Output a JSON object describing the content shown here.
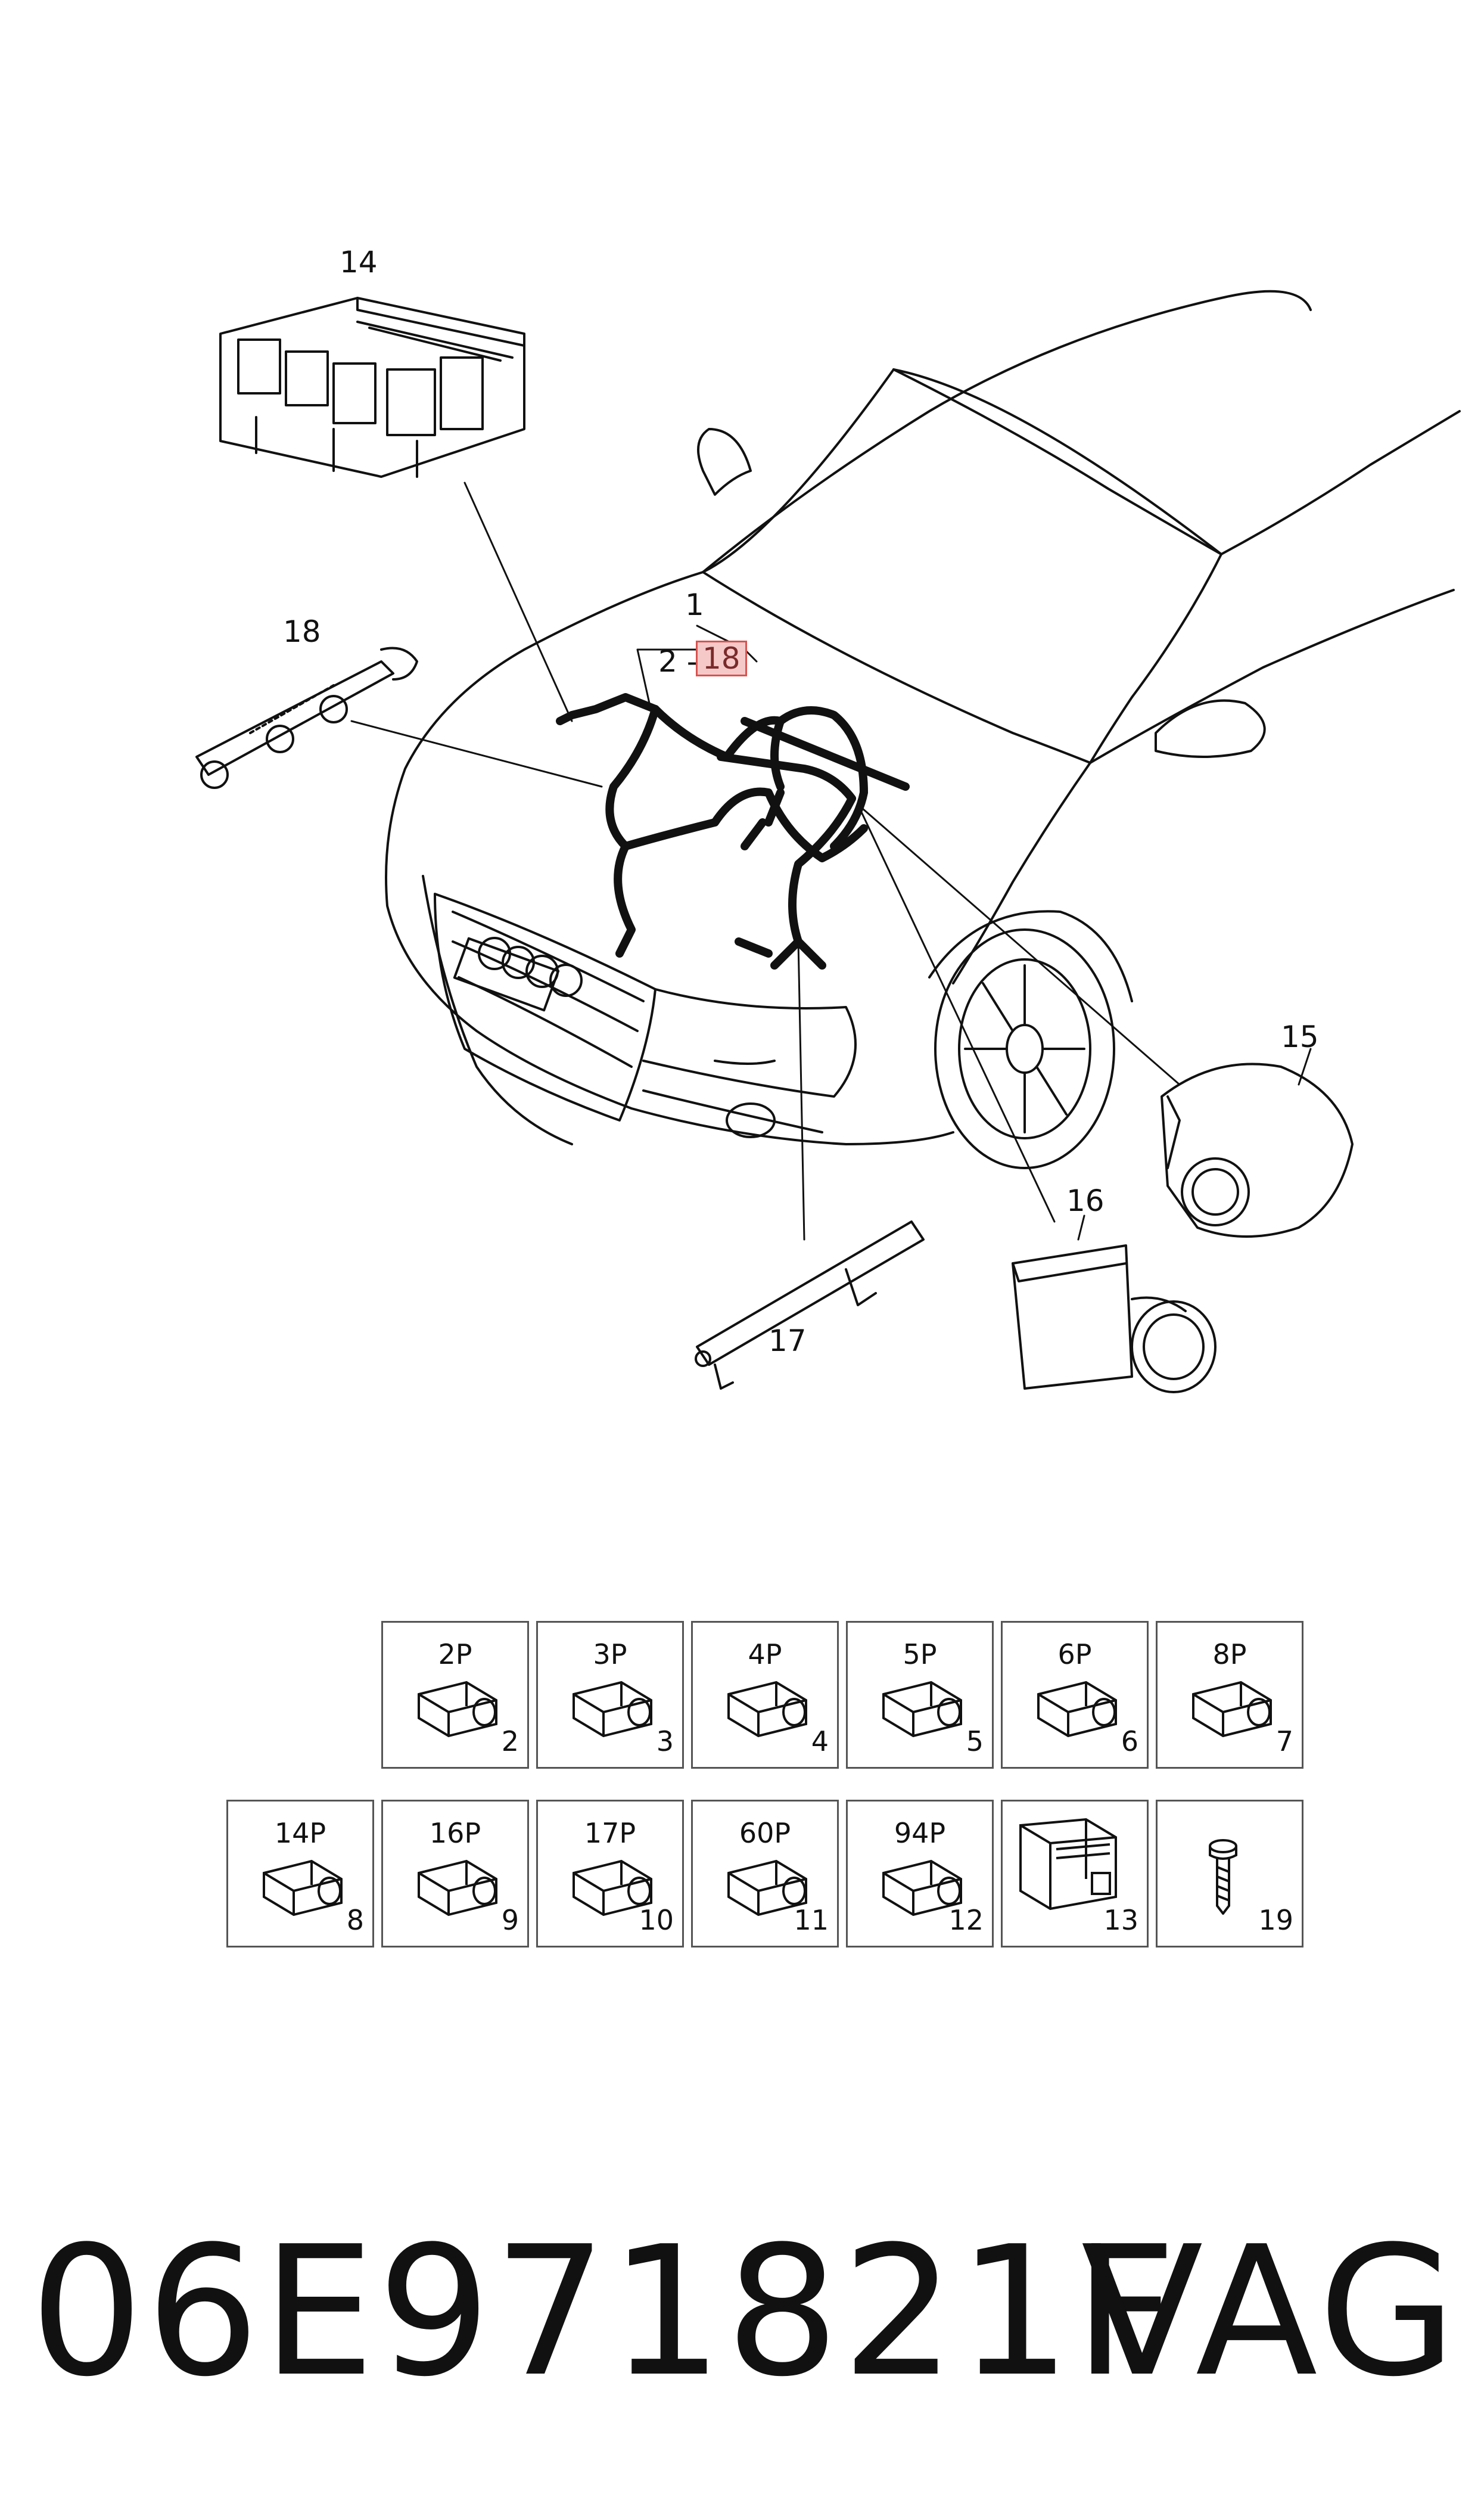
{
  "callouts": {
    "c14": "14",
    "c18a": "18",
    "c1": "1",
    "c2": "2 -",
    "c18b": "18",
    "c15": "15",
    "c16": "16",
    "c17": "17"
  },
  "connectors": [
    {
      "pins": "2P",
      "ref": "2"
    },
    {
      "pins": "3P",
      "ref": "3"
    },
    {
      "pins": "4P",
      "ref": "4"
    },
    {
      "pins": "5P",
      "ref": "5"
    },
    {
      "pins": "6P",
      "ref": "6"
    },
    {
      "pins": "8P",
      "ref": "7"
    },
    {
      "pins": "14P",
      "ref": "8"
    },
    {
      "pins": "16P",
      "ref": "9"
    },
    {
      "pins": "17P",
      "ref": "10"
    },
    {
      "pins": "60P",
      "ref": "11"
    },
    {
      "pins": "94P",
      "ref": "12"
    },
    {
      "pins": "",
      "ref": "13"
    },
    {
      "pins": "",
      "ref": "19"
    }
  ],
  "footer": {
    "part_number": "06E971821F",
    "brand": "VAG"
  },
  "colors": {
    "line": "#111111",
    "highlight_fill": "#f6c9c9",
    "highlight_border": "#d9534f"
  }
}
